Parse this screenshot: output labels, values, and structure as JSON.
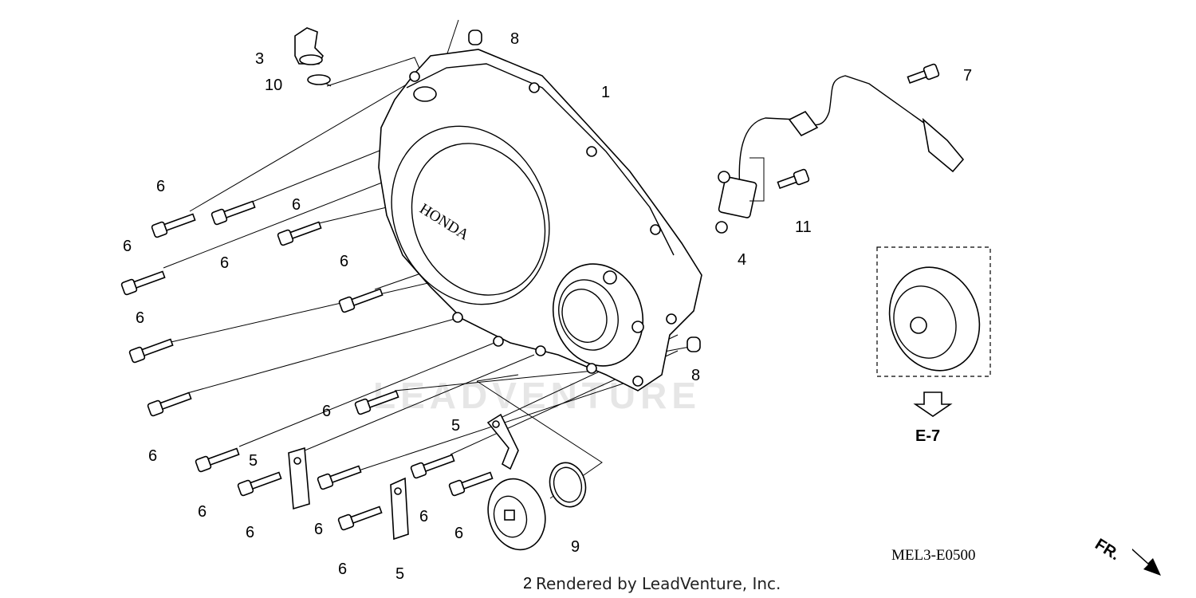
{
  "callouts": {
    "c1": "1",
    "c2": "2",
    "c3": "3",
    "c4": "4",
    "c5": "5",
    "c6": "6",
    "c7": "7",
    "c8": "8",
    "c9": "9",
    "c10": "10",
    "c11": "11"
  },
  "reference": {
    "arrow_label": "E-7"
  },
  "diagram_code": "MEL3-E0500",
  "direction_label": "FR.",
  "cover_brand": "HONDA",
  "watermark": "LEADVENTURE",
  "credit": "Rendered by LeadVenture, Inc."
}
